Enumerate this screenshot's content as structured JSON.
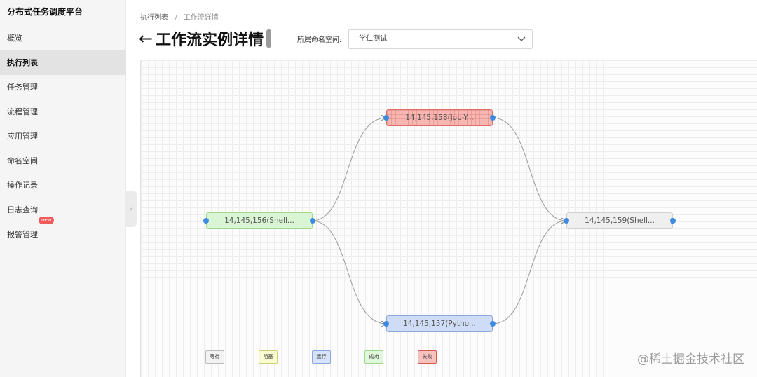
{
  "app": {
    "brand": "分布式任务调度平台"
  },
  "sidebar": {
    "items": [
      {
        "label": "概览",
        "active": false
      },
      {
        "label": "执行列表",
        "active": true
      },
      {
        "label": "任务管理",
        "active": false
      },
      {
        "label": "流程管理",
        "active": false
      },
      {
        "label": "应用管理",
        "active": false
      },
      {
        "label": "命名空间",
        "active": false
      },
      {
        "label": "操作记录",
        "active": false
      },
      {
        "label": "日志查询",
        "active": false
      },
      {
        "label": "报警管理",
        "active": false,
        "badge": "new"
      }
    ]
  },
  "header": {
    "breadcrumb": [
      "执行列表",
      "工作流详情"
    ],
    "title": "工作流实例详情",
    "namespace_label": "所属命名空间:",
    "namespace_value": "学仁测试"
  },
  "workflow": {
    "nodes": [
      {
        "id": "n156",
        "label": "14,145,156(Shell...",
        "status": "success"
      },
      {
        "id": "n158",
        "label": "14,145,158(Job-Y...",
        "status": "failed"
      },
      {
        "id": "n157",
        "label": "14,145,157(Pytho...",
        "status": "running"
      },
      {
        "id": "n159",
        "label": "14,145,159(Shell...",
        "status": "waiting"
      }
    ],
    "edges": [
      {
        "from": "n156",
        "to": "n158"
      },
      {
        "from": "n156",
        "to": "n157"
      },
      {
        "from": "n158",
        "to": "n159"
      },
      {
        "from": "n157",
        "to": "n159"
      }
    ],
    "legend": [
      {
        "label": "等待",
        "status": "waiting"
      },
      {
        "label": "阻塞",
        "status": "blocked"
      },
      {
        "label": "运行",
        "status": "running"
      },
      {
        "label": "成功",
        "status": "success"
      },
      {
        "label": "失败",
        "status": "failed"
      }
    ],
    "colors": {
      "port": "#3d8be0",
      "edge": "#9a9a9a"
    }
  },
  "watermark": "@稀土掘金技术社区"
}
